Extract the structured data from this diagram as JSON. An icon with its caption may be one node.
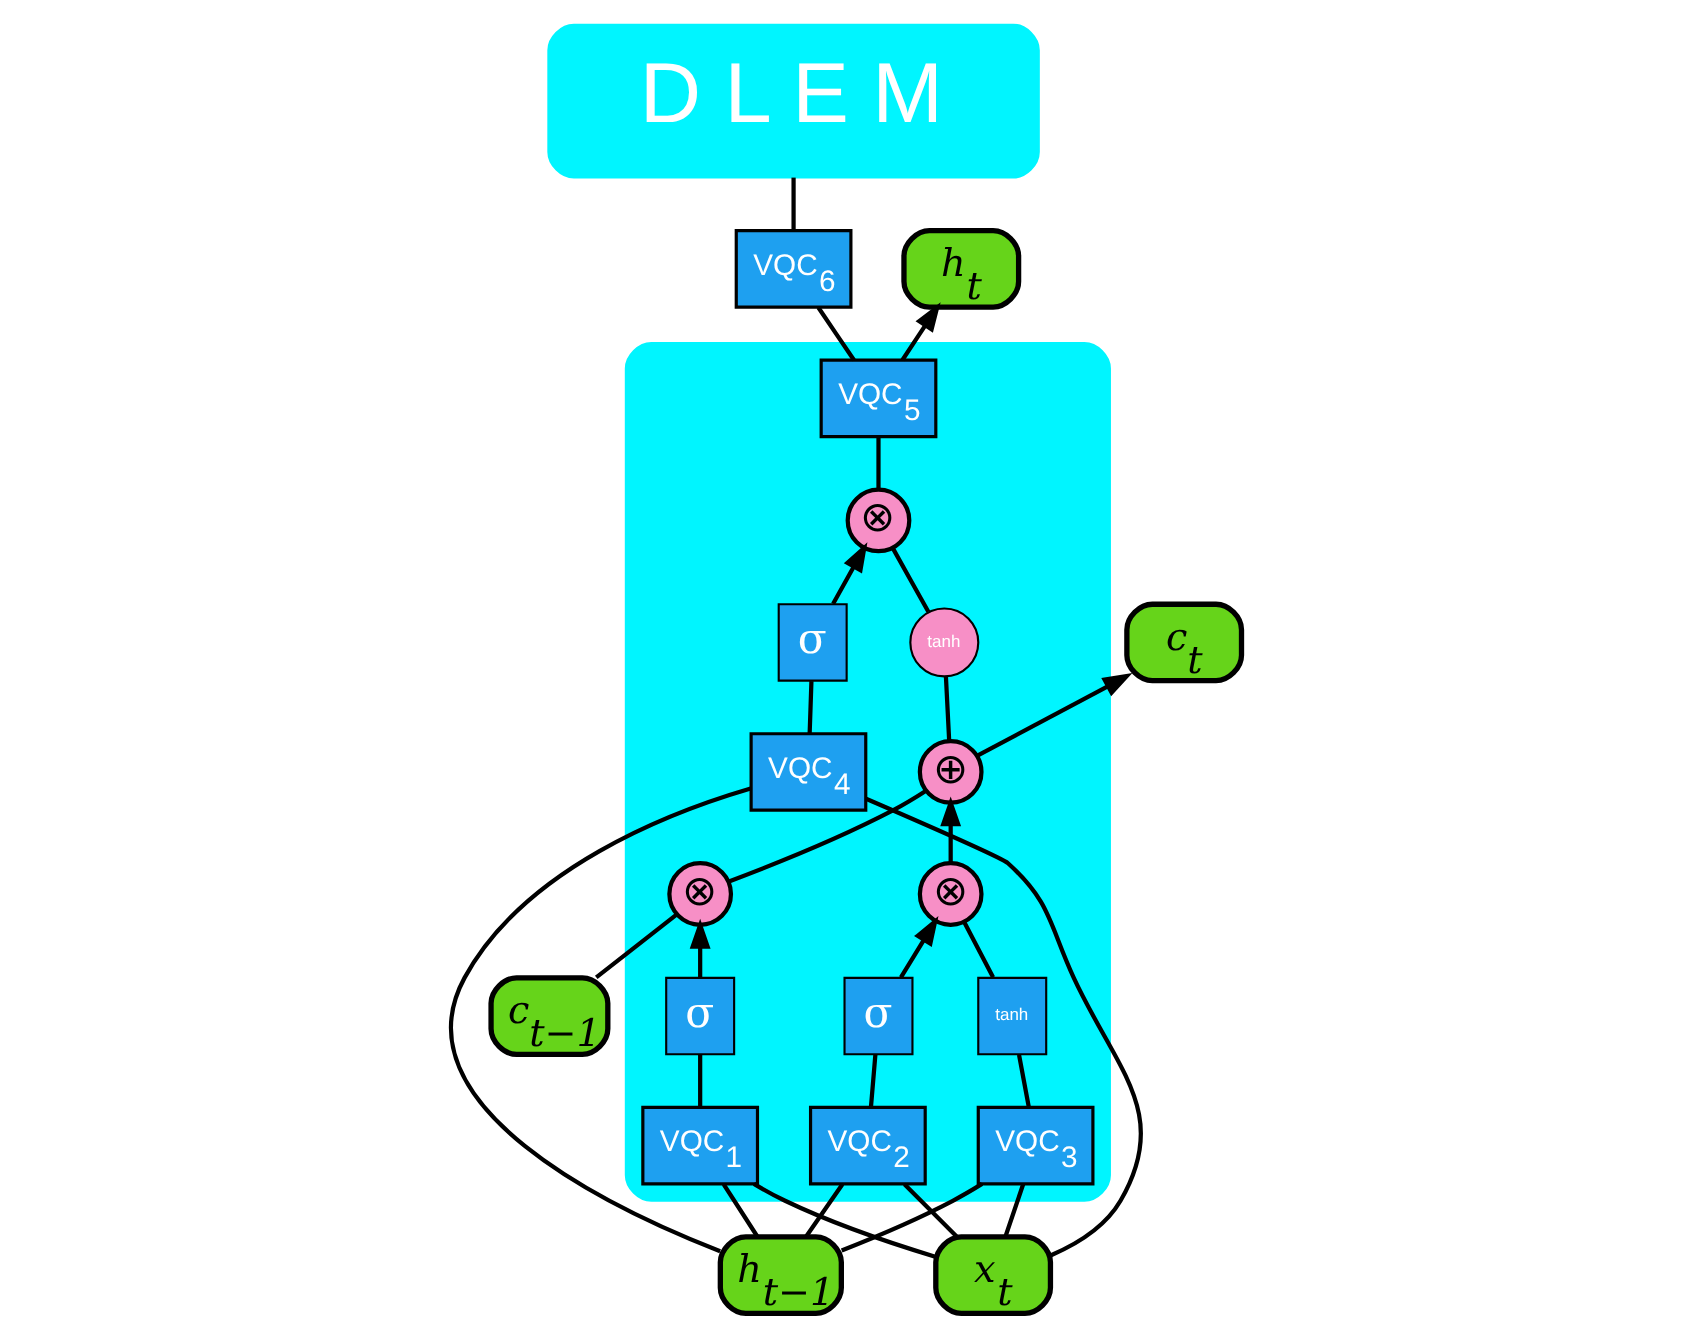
{
  "diagram": {
    "nodes": [
      {
        "text": [
          "D L E M"
        ]
      },
      {
        "text": [],
        "shape": "box"
      },
      {
        "text": [
          "c$_{t−1}$"
        ]
      },
      {
        "text": [
          "⊗"
        ],
        "in": 1
      },
      {
        "text": [
          "⊕"
        ],
        "in": 1
      },
      {
        "text": [
          "tanh"
        ],
        "in": 1
      },
      {
        "text": [
          "⊗"
        ],
        "in": 1
      },
      {
        "text": [
          "⊗"
        ],
        "in": 1
      },
      {
        "text": [
          "σ"
        ],
        "in": 1
      },
      {
        "text": [
          "σ"
        ],
        "in": 1
      },
      {
        "text": [
          "tanh"
        ],
        "in": 1
      },
      {
        "text": [
          "σ"
        ],
        "in": 1
      },
      {
        "text": [
          "VQC$_{1}$"
        ],
        "in": 1
      },
      {
        "text": [
          "VQC$_{2}$"
        ],
        "in": 1
      },
      {
        "text": [
          "VQC$_{3}$"
        ],
        "in": 1
      },
      {
        "text": [
          "VQC$_{4}$"
        ],
        "in": 1
      },
      {
        "text": [
          "VQC$_{5}$"
        ],
        "in": 1
      },
      {
        "text": [
          "VQC$_{6}$"
        ]
      },
      {
        "text": [
          "c$_{t}$"
        ]
      },
      {
        "text": [
          "h$_{t−1}$"
        ]
      },
      {
        "text": [
          "x$_{t}$"
        ]
      },
      {
        "text": [
          "h$_{t}$"
        ]
      }
    ],
    "edges": [
      {
        "from": 2,
        "to": 3,
        "arrow": "none"
      },
      {
        "from": 3,
        "to": 4,
        "arrow": "none"
      },
      {
        "from": 4,
        "to": 18,
        "arrow": "to"
      },
      {
        "from": 4,
        "to": 5,
        "arrow": "none"
      },
      {
        "from": 5,
        "to": 7,
        "arrow": "none"
      },
      {
        "from": 7,
        "to": 16,
        "arrow": "none"
      },
      {
        "from": 16,
        "to": 21,
        "arrow": "to"
      },
      {
        "from": 16,
        "to": 17,
        "arrow": "none"
      },
      {
        "from": 17,
        "to": 0,
        "arrow": "none"
      },
      {
        "from": 12,
        "to": 8,
        "arrow": "none"
      },
      {
        "from": 8,
        "to": 3,
        "arrow": "to"
      },
      {
        "from": 13,
        "to": 9,
        "arrow": "none"
      },
      {
        "from": 9,
        "to": 6,
        "arrow": "to"
      },
      {
        "from": 14,
        "to": 10,
        "arrow": "none"
      },
      {
        "from": 10,
        "to": 6,
        "arrow": "none"
      },
      {
        "from": 6,
        "to": 4,
        "arrow": "to"
      },
      {
        "from": 15,
        "to": 11,
        "arrow": "none"
      },
      {
        "from": 11,
        "to": 7,
        "arrow": "to"
      },
      {
        "from": 19,
        "to": 12,
        "arrow": "none"
      },
      {
        "from": 19,
        "to": 13,
        "arrow": "none"
      },
      {
        "from": 19,
        "to": 14,
        "arrow": "none"
      },
      {
        "from": 19,
        "to": 15,
        "arrow": "none"
      },
      {
        "from": 20,
        "to": 12,
        "arrow": "none"
      },
      {
        "from": 20,
        "to": 13,
        "arrow": "none"
      },
      {
        "from": 20,
        "to": 14,
        "arrow": "none"
      },
      {
        "from": 20,
        "to": 15,
        "arrow": "none"
      }
    ]
  }
}
